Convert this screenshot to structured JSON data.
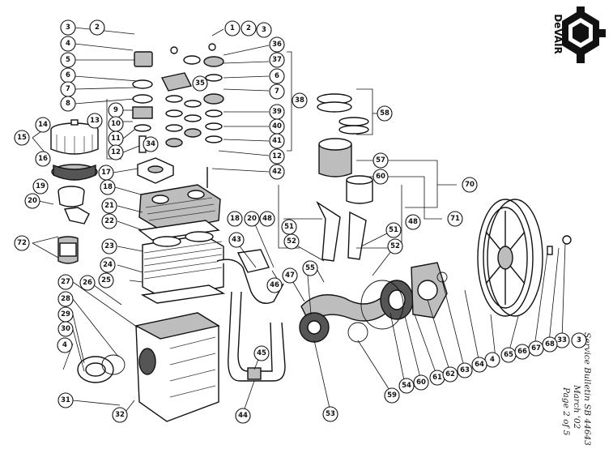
{
  "brand": {
    "name": "DeVAIR"
  },
  "bulletin": {
    "line1": "Service Bulletin SB 44643",
    "line2": "March '02",
    "line3": "Page 2 of 5"
  },
  "callouts": [
    "1",
    "2",
    "3",
    "4",
    "5",
    "6",
    "7",
    "8",
    "9",
    "10",
    "11",
    "12",
    "13",
    "14",
    "15",
    "16",
    "17",
    "18",
    "19",
    "20",
    "21",
    "22",
    "23",
    "24",
    "25",
    "26",
    "27",
    "28",
    "29",
    "30",
    "31",
    "32",
    "33",
    "34",
    "35",
    "36",
    "37",
    "38",
    "39",
    "40",
    "41",
    "42",
    "43",
    "44",
    "45",
    "46",
    "47",
    "48",
    "51",
    "52",
    "53",
    "54",
    "55",
    "57",
    "58",
    "59",
    "60",
    "61",
    "62",
    "63",
    "64",
    "65",
    "66",
    "67",
    "68",
    "70",
    "71",
    "72"
  ]
}
